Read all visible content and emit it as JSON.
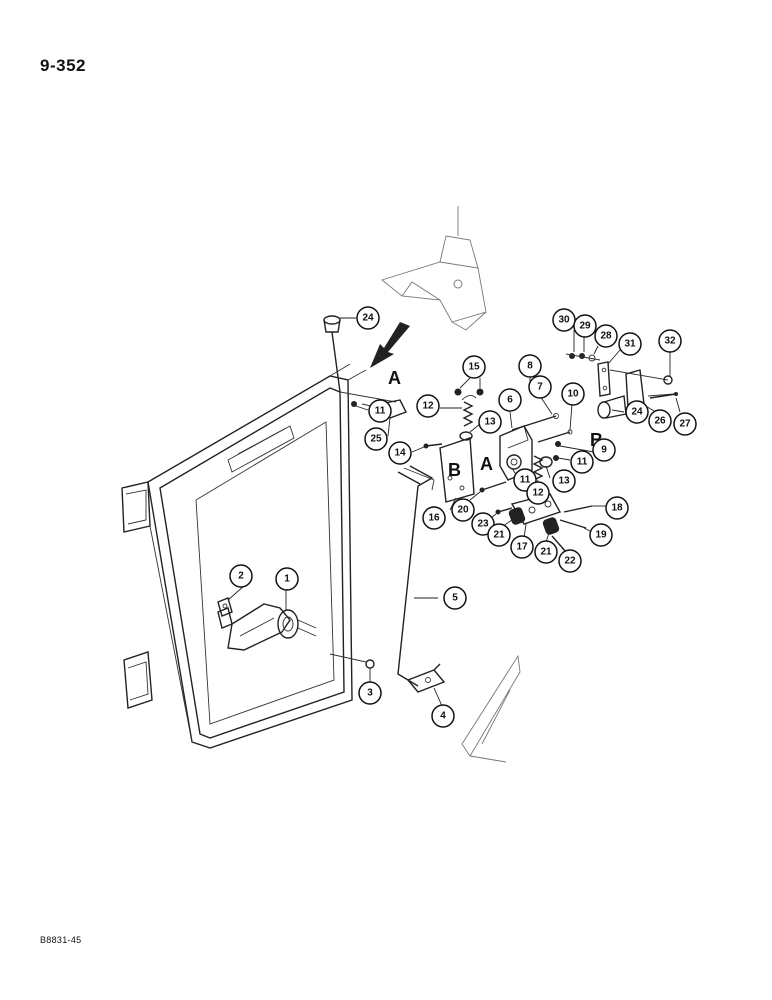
{
  "page_number": "9-352",
  "figure_code": "B8831-45",
  "detail_letters": [
    "A",
    "B"
  ],
  "callouts": [
    {
      "id": "c24a",
      "number": "24"
    },
    {
      "id": "c30",
      "number": "30"
    },
    {
      "id": "c29",
      "number": "29"
    },
    {
      "id": "c28",
      "number": "28"
    },
    {
      "id": "c31",
      "number": "31"
    },
    {
      "id": "c32",
      "number": "32"
    },
    {
      "id": "c15",
      "number": "15"
    },
    {
      "id": "c8",
      "number": "8"
    },
    {
      "id": "c7",
      "number": "7"
    },
    {
      "id": "c10",
      "number": "10"
    },
    {
      "id": "c6",
      "number": "6"
    },
    {
      "id": "c12a",
      "number": "12"
    },
    {
      "id": "c13a",
      "number": "13"
    },
    {
      "id": "c11a",
      "number": "11"
    },
    {
      "id": "c25",
      "number": "25"
    },
    {
      "id": "c14",
      "number": "14"
    },
    {
      "id": "c9",
      "number": "9"
    },
    {
      "id": "c11b",
      "number": "11"
    },
    {
      "id": "c11c",
      "number": "11"
    },
    {
      "id": "c13b",
      "number": "13"
    },
    {
      "id": "c12b",
      "number": "12"
    },
    {
      "id": "c24b",
      "number": "24"
    },
    {
      "id": "c26",
      "number": "26"
    },
    {
      "id": "c27",
      "number": "27"
    },
    {
      "id": "c18",
      "number": "18"
    },
    {
      "id": "c19",
      "number": "19"
    },
    {
      "id": "c16",
      "number": "16"
    },
    {
      "id": "c20",
      "number": "20"
    },
    {
      "id": "c23",
      "number": "23"
    },
    {
      "id": "c21a",
      "number": "21"
    },
    {
      "id": "c17",
      "number": "17"
    },
    {
      "id": "c21b",
      "number": "21"
    },
    {
      "id": "c22",
      "number": "22"
    },
    {
      "id": "c2",
      "number": "2"
    },
    {
      "id": "c1",
      "number": "1"
    },
    {
      "id": "c5",
      "number": "5"
    },
    {
      "id": "c3",
      "number": "3"
    },
    {
      "id": "c4",
      "number": "4"
    }
  ]
}
